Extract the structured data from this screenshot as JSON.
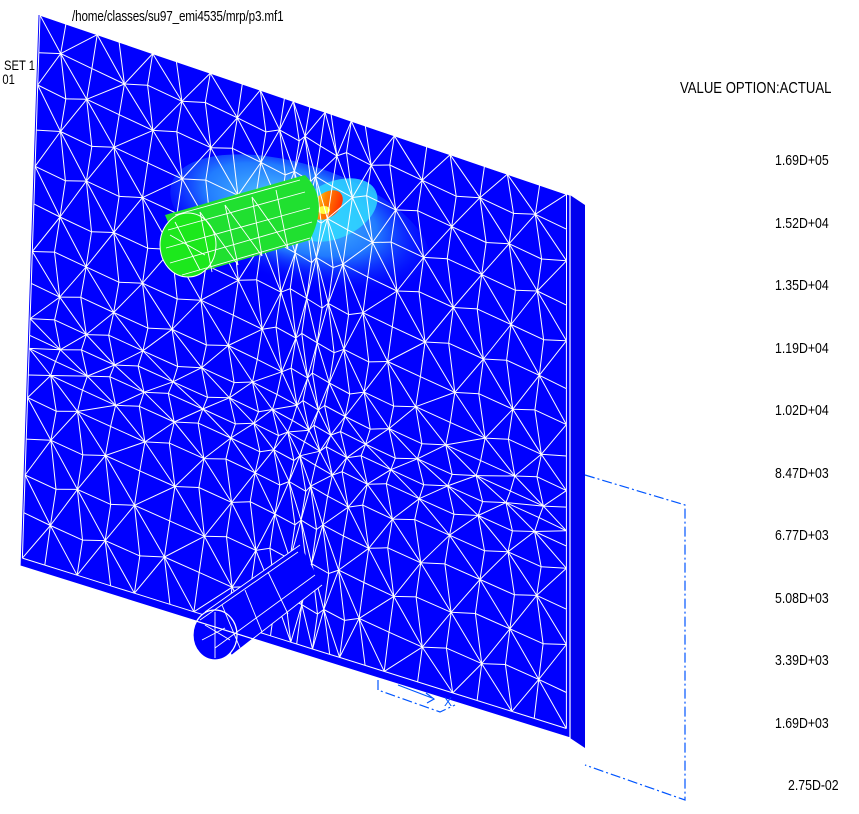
{
  "header": {
    "path": "/home/classes/su97_emi4535/mrp/p3.mf1",
    "set_label": "SET 1",
    "set_sub": "01"
  },
  "legend": {
    "title": "VALUE OPTION:ACTUAL",
    "values": [
      "1.69D+05",
      "1.52D+04",
      "1.35D+04",
      "1.19D+04",
      "1.02D+04",
      "8.47D+03",
      "6.77D+03",
      "5.08D+03",
      "3.39D+03",
      "1.69D+03",
      "2.75D-02"
    ]
  },
  "triad": {
    "x_label": "X"
  },
  "colors": {
    "background": "#ffffff",
    "plate": "#0000ff",
    "mesh": "#ffffff",
    "stress_low": "#00e800",
    "stress_mid": "#29c8ff",
    "stress_high": "#ff2000",
    "stress_peak": "#ffe600",
    "boundary": "#0055ff"
  }
}
